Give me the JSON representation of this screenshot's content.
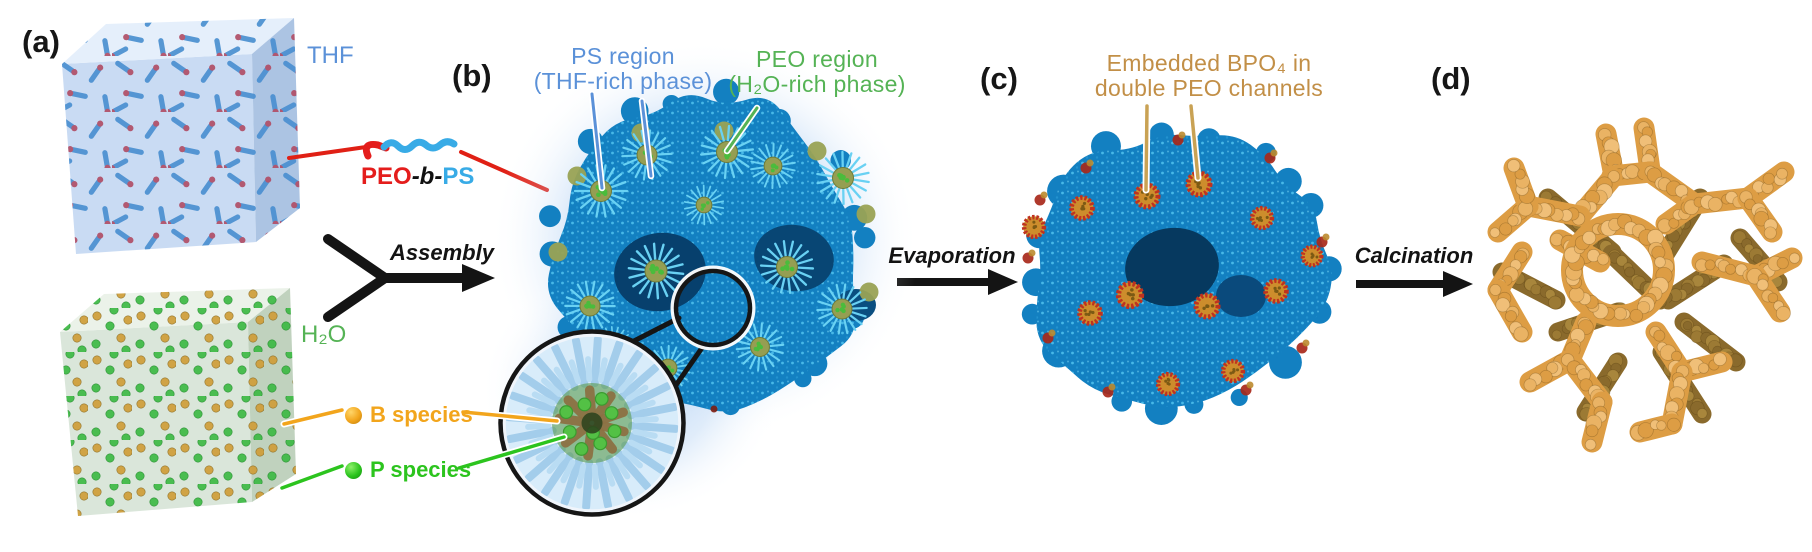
{
  "colors": {
    "thf_blue": "#5b91d8",
    "region_green": "#55b355",
    "peo_red": "#e41d1c",
    "ps_blue": "#38abe6",
    "b_orange": "#f2a51c",
    "p_green": "#2cc41e",
    "bpo4_tan": "#c28f47",
    "structure_blue": "#1380c1",
    "framework_orange": "#dd9d44",
    "arrow_black": "#141414"
  },
  "panel_a": {
    "label": "(a)",
    "thf_label": "THF",
    "h2o_label": "H₂O",
    "polymer_label": {
      "peo": "PEO",
      "b": "-b-",
      "ps": "PS"
    },
    "legend": [
      {
        "id": "b-species",
        "label": "B species"
      },
      {
        "id": "p-species",
        "label": "P species"
      }
    ]
  },
  "panel_b": {
    "label": "(b)",
    "ps_region": [
      "PS region",
      "(THF-rich phase)"
    ],
    "peo_region": [
      "PEO region",
      "(H₂O-rich phase)"
    ]
  },
  "panel_c": {
    "label": "(c)",
    "annotation": [
      "Embedded BPO₄ in",
      "double PEO channels"
    ]
  },
  "panel_d": {
    "label": "(d)"
  },
  "process_arrows": {
    "assembly": "Assembly",
    "evaporation": "Evaporation",
    "calcination": "Calcination"
  }
}
